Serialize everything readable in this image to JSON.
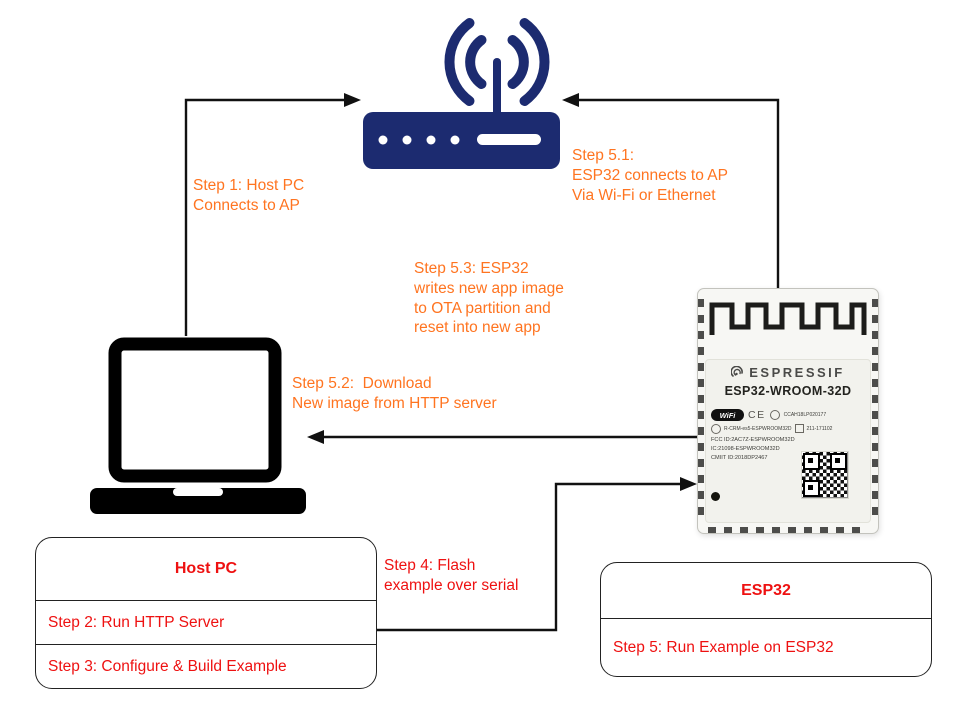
{
  "colors": {
    "orange": "#ff7420",
    "red": "#ee1111",
    "navy": "#1c2b70",
    "arrow": "#111111"
  },
  "annotations": {
    "step1": "Step 1: Host PC\nConnects to AP",
    "step5_1": "Step 5.1:\nESP32 connects to AP\nVia Wi-Fi or Ethernet",
    "step5_3": "Step 5.3: ESP32\nwrites new app image\nto OTA partition and\nreset into new app",
    "step5_2": "Step 5.2:  Download\nNew image from HTTP server",
    "step4": "Step 4: Flash\nexample over serial"
  },
  "host_box": {
    "title": "Host PC",
    "rows": [
      "Step 2: Run HTTP Server",
      "Step 3: Configure & Build Example"
    ]
  },
  "esp_box": {
    "title": "ESP32",
    "rows": [
      "Step 5: Run Example on ESP32"
    ]
  },
  "module": {
    "brand": "ESPRESSIF",
    "model": "ESP32-WROOM-32D",
    "wifi_badge": "WiFi",
    "ce_mark": "CE",
    "cert_id": "CCAH18LP020177",
    "kc_id": "R-CRM-es5-ESPWROOM32D",
    "mic_id": "211-171102",
    "fcc_id": "FCC ID:2AC7Z-ESPWROOM32D",
    "ic_id": "IC:21098-ESPWROOM32D",
    "cmiit_id": "CMIIT ID:2018DP2467"
  }
}
